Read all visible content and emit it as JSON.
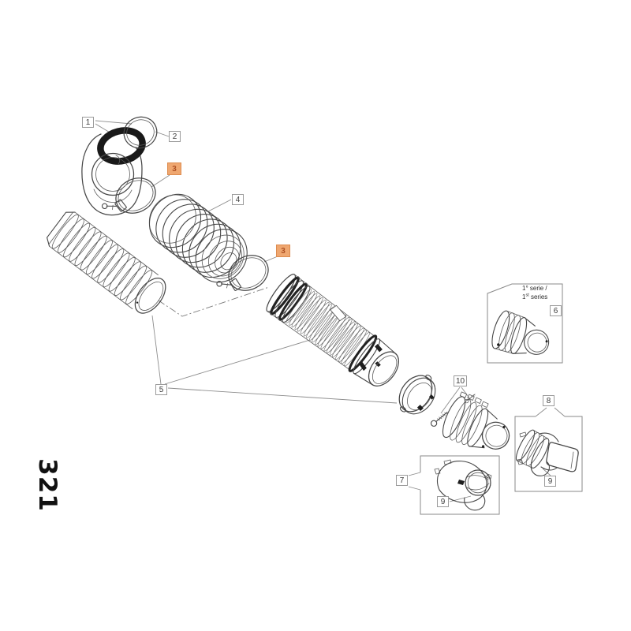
{
  "page_number": "321",
  "callouts": {
    "n1": "1",
    "n2": "2",
    "n3a": "3",
    "n4": "4",
    "n3b": "3",
    "n5": "5",
    "n6": "6",
    "n7": "7",
    "n8": "8",
    "n9a": "9",
    "n9b": "9",
    "n10": "10"
  },
  "series_note": {
    "line1": "1° serie /",
    "line2_base": "1",
    "line2_sup": "st",
    "line2_rest": " series"
  },
  "colors": {
    "highlight_fill": "#efa770",
    "highlight_border": "#dd8c4f",
    "highlight_text": "#ad4f22",
    "line_color": "#474747",
    "leader_color": "#8c8c8c",
    "background": "#ffffff"
  }
}
